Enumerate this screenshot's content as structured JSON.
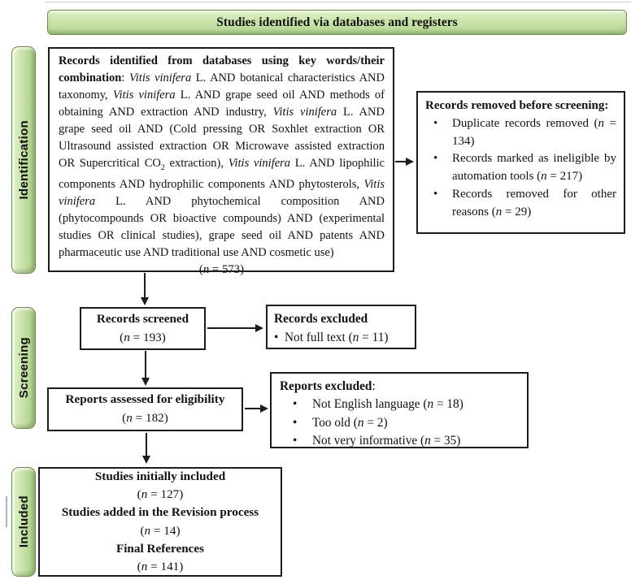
{
  "banner": {
    "label": "Studies identified via databases and registers"
  },
  "stages": {
    "identification": "Identification",
    "screening": "Screening",
    "included": "Included"
  },
  "colors": {
    "green_fill": "#c7e2a7",
    "green_border": "#6b8c49",
    "box_border": "#1c1c1c",
    "background": "#ffffff"
  },
  "identification_box": {
    "paragraph": [
      {
        "t": "Records identified from databases using key words/their combination",
        "b": true
      },
      {
        "t": ": "
      },
      {
        "t": "Vitis vinifera",
        "i": true
      },
      {
        "t": " L. AND botanical characteristics AND taxonomy, "
      },
      {
        "t": "Vitis vinifera",
        "i": true
      },
      {
        "t": " L. AND grape seed oil AND methods of obtaining AND extraction AND industry, "
      },
      {
        "t": "Vitis vinifera",
        "i": true
      },
      {
        "t": " L. AND grape seed oil AND (Cold pressing OR Soxhlet extraction OR Ultrasound assisted extraction OR Microwave assisted extraction OR Supercritical CO"
      },
      {
        "t": "2",
        "sub": true
      },
      {
        "t": " extraction), "
      },
      {
        "t": "Vitis vinifera",
        "i": true
      },
      {
        "t": " L. AND lipophilic components AND hydrophilic components AND phytosterols, "
      },
      {
        "t": "Vitis vinifera",
        "i": true
      },
      {
        "t": " L. AND phytochemical composition AND (phytocompounds OR bioactive compounds) AND (experimental studies OR clinical studies), grape seed oil AND patents AND pharmaceutic use AND traditional use AND cosmetic use)"
      }
    ],
    "count": [
      {
        "t": "("
      },
      {
        "t": "n",
        "i": true
      },
      {
        "t": " = 573)"
      }
    ]
  },
  "removed_box": {
    "title": [
      {
        "t": "Records removed before screening:",
        "b": true
      }
    ],
    "bullets": [
      [
        {
          "t": "Duplicate records removed ("
        },
        {
          "t": "n",
          "i": true
        },
        {
          "t": " = 134)"
        }
      ],
      [
        {
          "t": "Records marked as ineligible by automation tools ("
        },
        {
          "t": "n",
          "i": true
        },
        {
          "t": " = 217)"
        }
      ],
      [
        {
          "t": "Records removed for other reasons ("
        },
        {
          "t": "n",
          "i": true
        },
        {
          "t": " = 29)"
        }
      ]
    ]
  },
  "screened_box": {
    "lines": [
      [
        {
          "t": "Records screened",
          "b": true
        }
      ],
      [
        {
          "t": "("
        },
        {
          "t": "n",
          "i": true
        },
        {
          "t": " = 193)"
        }
      ]
    ]
  },
  "records_excluded_box": {
    "title": [
      {
        "t": "Records excluded",
        "b": true
      }
    ],
    "bullets": [
      [
        {
          "t": "Not full text ("
        },
        {
          "t": "n",
          "i": true
        },
        {
          "t": " = 11)"
        }
      ]
    ]
  },
  "assessed_box": {
    "lines": [
      [
        {
          "t": "Reports assessed for eligibility",
          "b": true
        }
      ],
      [
        {
          "t": "("
        },
        {
          "t": "n",
          "i": true
        },
        {
          "t": " = 182)"
        }
      ]
    ]
  },
  "reports_excluded_box": {
    "title": [
      {
        "t": "Reports excluded",
        "b": true
      },
      {
        "t": ":"
      }
    ],
    "bullets": [
      [
        {
          "t": "Not English language ("
        },
        {
          "t": "n",
          "i": true
        },
        {
          "t": " = 18)"
        }
      ],
      [
        {
          "t": "Too old ("
        },
        {
          "t": "n",
          "i": true
        },
        {
          "t": " = 2)"
        }
      ],
      [
        {
          "t": "Not very informative ("
        },
        {
          "t": "n",
          "i": true
        },
        {
          "t": " = 35)"
        }
      ]
    ]
  },
  "included_box": {
    "lines": [
      [
        {
          "t": "Studies initially included",
          "b": true
        }
      ],
      [
        {
          "t": "("
        },
        {
          "t": "n",
          "i": true
        },
        {
          "t": " = 127)"
        }
      ],
      [
        {
          "t": "Studies added in the Revision process",
          "b": true
        }
      ],
      [
        {
          "t": "("
        },
        {
          "t": "n",
          "i": true
        },
        {
          "t": " = 14)"
        }
      ],
      [
        {
          "t": "Final References",
          "b": true
        }
      ],
      [
        {
          "t": "("
        },
        {
          "t": "n",
          "i": true
        },
        {
          "t": " = 141)"
        }
      ]
    ]
  }
}
